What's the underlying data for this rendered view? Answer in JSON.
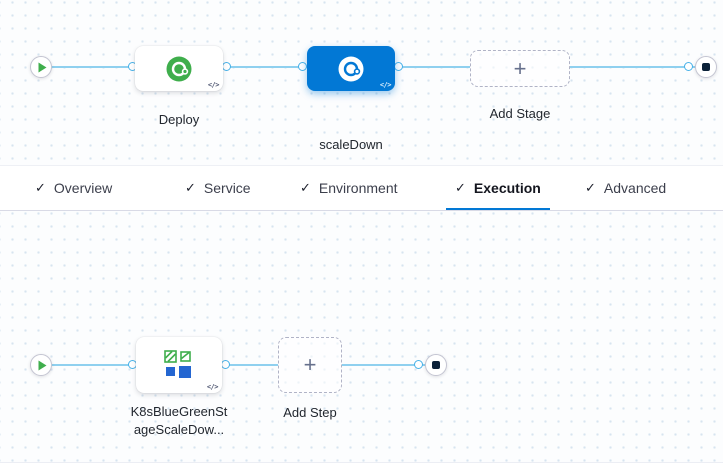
{
  "stage_pipeline": {
    "nodes": [
      {
        "id": "deploy",
        "label": "Deploy",
        "type": "cd-stage",
        "selected": false
      },
      {
        "id": "scaleDown",
        "label": "scaleDown",
        "type": "cd-stage",
        "selected": true
      }
    ],
    "add_stage_label": "Add Stage"
  },
  "tabs": [
    {
      "label": "Overview",
      "checked": true,
      "active": false
    },
    {
      "label": "Service",
      "checked": true,
      "active": false
    },
    {
      "label": "Environment",
      "checked": true,
      "active": false
    },
    {
      "label": "Execution",
      "checked": true,
      "active": true
    },
    {
      "label": "Advanced",
      "checked": true,
      "active": false
    }
  ],
  "step_pipeline": {
    "nodes": [
      {
        "id": "k8sBlueGreenStageScaleDown",
        "label": "K8sBlueGreenStageScaleDow...",
        "type": "k8s-blue-green-step"
      }
    ],
    "add_step_label": "Add Step"
  },
  "icons": {
    "check": "✓",
    "plus": "+",
    "code": "</>",
    "play": "triangle-right",
    "stop": "square"
  },
  "colors": {
    "selected_node_blue": "#0278D5",
    "connector_blue": "#8FD0EF",
    "harness_green": "#3FAE4C",
    "k8s_blue": "#2466D1",
    "tab_underline": "#0278D5"
  }
}
